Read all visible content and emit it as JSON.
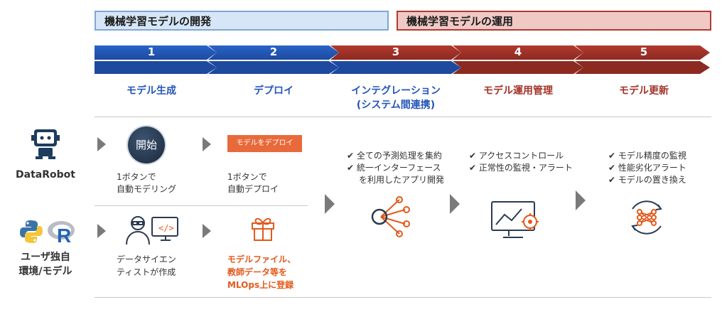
{
  "phases": {
    "dev": "機械学習モデルの開発",
    "ops": "機械学習モデルの運用"
  },
  "steps": [
    {
      "num": "1",
      "label": "モデル生成"
    },
    {
      "num": "2",
      "label": "デプロイ"
    },
    {
      "num": "3",
      "label_line1": "インテグレーション",
      "label_line2": "(システム間連携)"
    },
    {
      "num": "4",
      "label": "モデル運用管理"
    },
    {
      "num": "5",
      "label": "モデル更新"
    }
  ],
  "rows": {
    "datarobot": {
      "label": "DataRobot"
    },
    "user": {
      "label_line1": "ユーザ独自",
      "label_line2": "環境/モデル"
    }
  },
  "datarobot_row": {
    "start_button": "開始",
    "gen_line1": "1ボタンで",
    "gen_line2": "自動モデリング",
    "deploy_button": "モデルをデプロイ",
    "deploy_line1": "1ボタンで",
    "deploy_line2": "自動デプロイ"
  },
  "user_row": {
    "gen_line1": "データサイエン",
    "gen_line2": "ティストが作成",
    "deploy_line1": "モデルファイル、",
    "deploy_line2": "教師データ等を",
    "deploy_line3": "MLOps上に登録"
  },
  "integration": {
    "check1": "✔ 全ての予測処理を集約",
    "check2": "✔ 統一インターフェース",
    "check2b": "を利用したアプリ開発"
  },
  "ops_mgmt": {
    "check1": "✔ アクセスコントロール",
    "check2": "✔ 正常性の監視・アラート"
  },
  "update": {
    "check1": "✔ モデル精度の監視",
    "check2": "✔ 性能劣化アラート",
    "check3": "✔ モデルの置き換え"
  },
  "icons": {
    "robot": "robot-icon",
    "python": "python-logo-icon",
    "r": "r-logo-icon",
    "scientist": "data-scientist-icon",
    "gift": "gift-icon",
    "network": "network-hub-icon",
    "monitor": "monitoring-screen-icon",
    "cycle": "neural-cycle-icon"
  },
  "colors": {
    "blue": "#2556b8",
    "red": "#a3342a",
    "orange": "#e25a1c"
  }
}
